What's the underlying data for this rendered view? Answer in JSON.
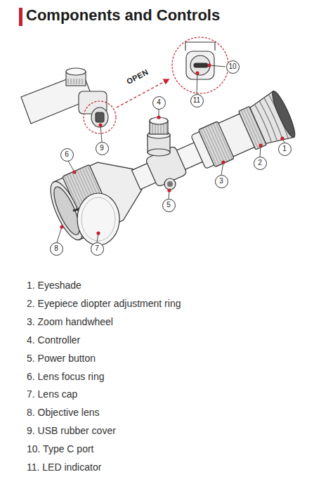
{
  "diagram": {
    "title": "Components and Controls",
    "nodes": [
      {
        "text": [
          "1"
        ]
      },
      {
        "text": [
          "2"
        ]
      },
      {
        "text": [
          "3"
        ]
      },
      {
        "text": [
          "4"
        ]
      },
      {
        "text": [
          "5"
        ]
      },
      {
        "text": [
          "6"
        ]
      },
      {
        "text": [
          "7"
        ]
      },
      {
        "text": [
          "8"
        ]
      },
      {
        "text": [
          "9"
        ]
      },
      {
        "text": [
          "10"
        ]
      },
      {
        "text": [
          "11"
        ]
      }
    ],
    "labels": [
      "OPEN",
      "1. Eyeshade",
      "2. Eyepiece diopter adjustment ring",
      "3. Zoom handwheel",
      "4. Controller",
      "5. Power button",
      "6. Lens focus ring",
      "7. Lens cap",
      "8. Objective lens",
      "9. USB rubber cover",
      "10. Type C port",
      "11. LED indicator"
    ]
  }
}
